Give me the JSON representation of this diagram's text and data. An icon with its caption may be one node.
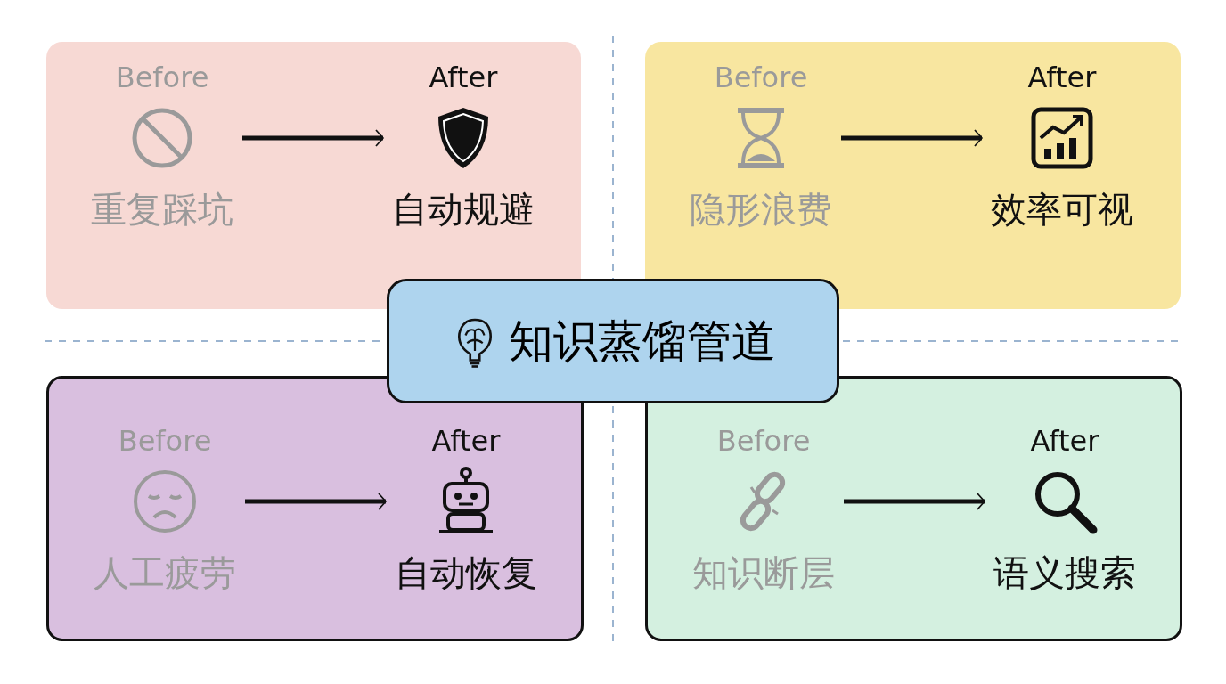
{
  "diagram": {
    "nodes": [
      {
        "text": [],
        "shape": "box"
      },
      {
        "text": [
          "Before",
          "重复踩坑"
        ],
        "in": 0
      },
      {
        "text": [
          "After",
          "自动规避"
        ],
        "in": 0
      },
      {
        "text": [],
        "shape": "box"
      },
      {
        "text": [
          "Before",
          "隐形浪费"
        ],
        "in": 3
      },
      {
        "text": [
          "After",
          "效率可视"
        ],
        "in": 3
      },
      {
        "text": [
          "知识蒸馏管道"
        ]
      },
      {
        "text": [],
        "shape": "box"
      },
      {
        "text": [
          "Before",
          "人工疲劳"
        ],
        "in": 7
      },
      {
        "text": [
          "After",
          "自动恢复"
        ],
        "in": 7
      },
      {
        "text": [],
        "shape": "box"
      },
      {
        "text": [
          "Before",
          "知识断层"
        ],
        "in": 10
      },
      {
        "text": [
          "After",
          "语义搜索"
        ],
        "in": 10
      }
    ],
    "edges": [
      {
        "from": 1,
        "to": 2,
        "arrow": "to"
      },
      {
        "from": 4,
        "to": 5,
        "arrow": "to"
      },
      {
        "from": 8,
        "to": 9,
        "arrow": "to"
      },
      {
        "from": 11,
        "to": 12,
        "arrow": "to"
      }
    ]
  }
}
